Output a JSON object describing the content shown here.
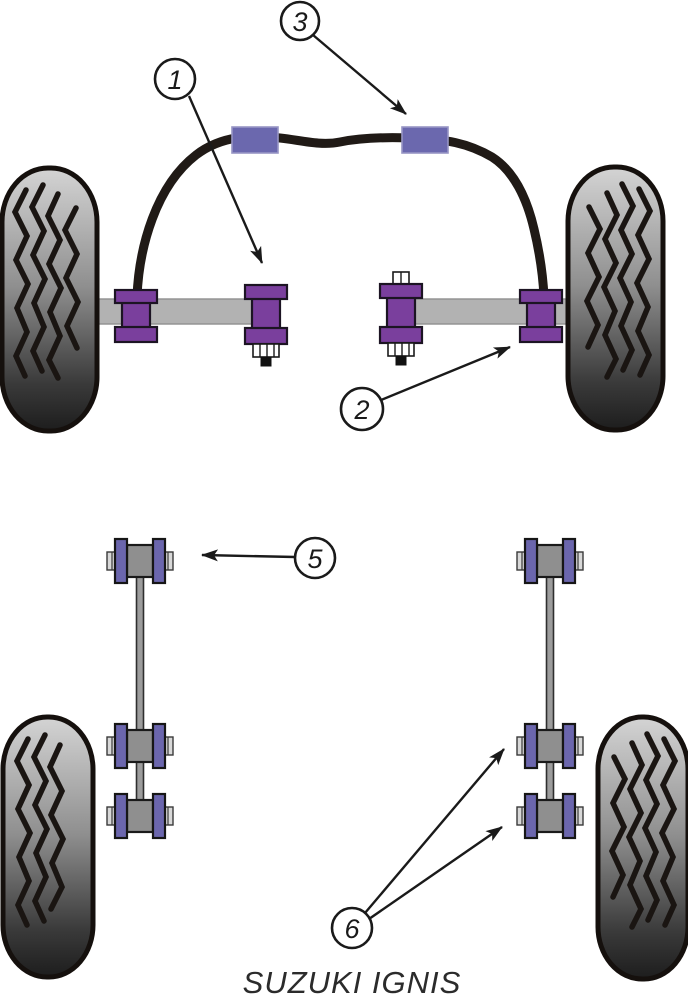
{
  "title": "SUZUKI IGNIS",
  "callouts": [
    {
      "label": "1"
    },
    {
      "label": "2"
    },
    {
      "label": "3"
    },
    {
      "label": "5"
    },
    {
      "label": "6"
    }
  ],
  "colors": {
    "axle_bushing": "#7a3f9d",
    "link_bushing": "#6b66ad",
    "arb_bush": "#6b68ae",
    "beam_gray": "#b2b2b2",
    "line": "#201a16"
  }
}
